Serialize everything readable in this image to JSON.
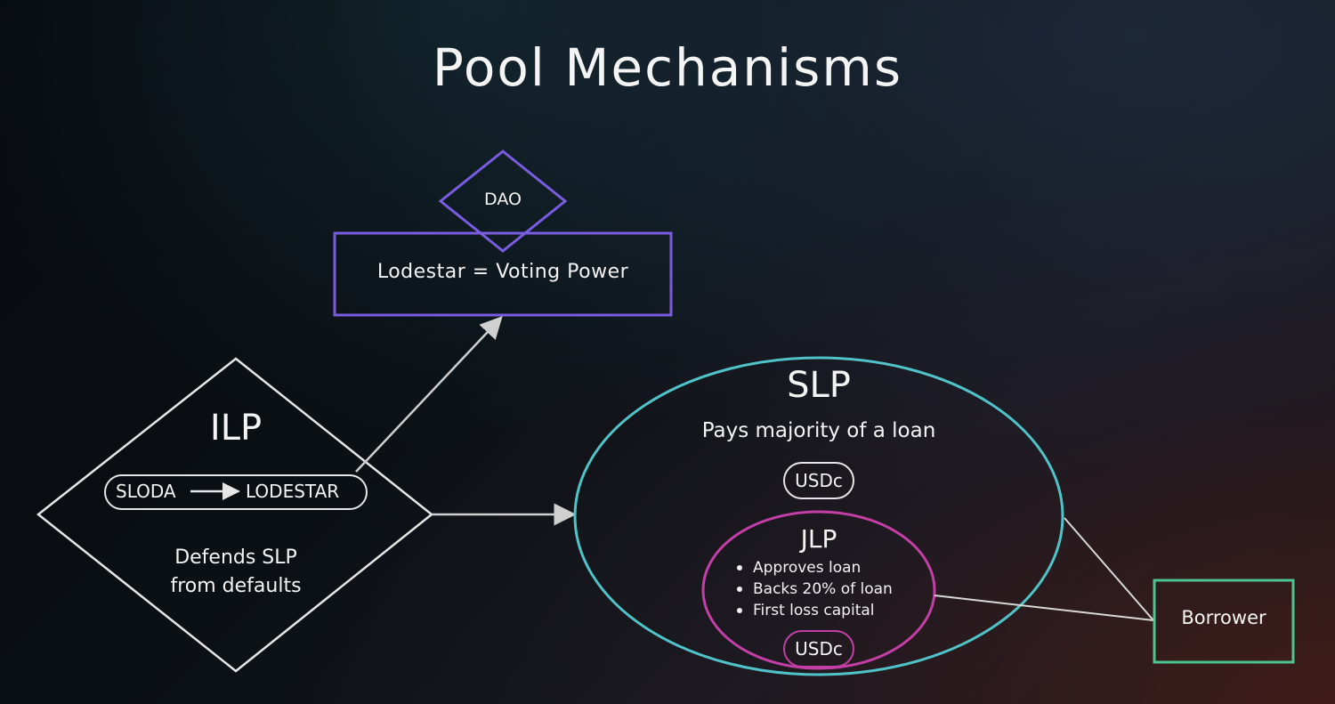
{
  "title": "Pool Mechanisms",
  "colors": {
    "dao": "#7a5ce0",
    "slp": "#4fc3c7",
    "jlp": "#c33fa6",
    "borrower": "#4bc48f",
    "neutral": "#e6e6e6"
  },
  "dao": {
    "label": "DAO",
    "box_label": "Lodestar = Voting Power"
  },
  "ilp": {
    "title": "ILP",
    "conversion": {
      "from": "SLODA",
      "to": "LODESTAR"
    },
    "description_lines": [
      "Defends SLP",
      "from defaults"
    ]
  },
  "slp": {
    "title": "SLP",
    "description": "Pays majority of a loan",
    "token": "USDc"
  },
  "jlp": {
    "title": "JLP",
    "bullets": [
      "Approves loan",
      "Backs 20% of loan",
      "First loss capital"
    ],
    "token": "USDc"
  },
  "borrower": {
    "label": "Borrower"
  }
}
